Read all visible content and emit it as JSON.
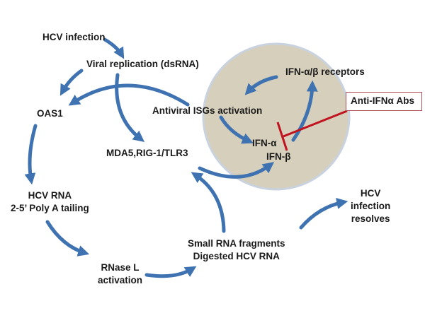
{
  "diagram": {
    "title": "HCV infection and interferon antiviral pathway",
    "nodes": {
      "hcv_infection": "HCV infection",
      "viral_replication": "Viral replication (dsRNA)",
      "ifn_receptors": "IFN-α/β receptors",
      "oas1": "OAS1",
      "antiviral_isgs": "Antiviral ISGs activation",
      "anti_ifna_abs": "Anti-IFNα Abs",
      "ifn_alpha": "IFN-α",
      "ifn_beta": "IFN-β",
      "mda5": "MDA5,RIG-1/TLR3",
      "hcv_rna": "HCV RNA\n2-5’ Poly A tailing",
      "hcv_resolves": "HCV\ninfection\nresolves",
      "small_rna": "Small RNA fragments\nDigested HCV RNA",
      "rnase_l": "RNase L\nactivation"
    },
    "edges": [
      {
        "from": "hcv_infection",
        "to": "viral_replication",
        "type": "activation"
      },
      {
        "from": "viral_replication",
        "to": "oas1",
        "type": "activation"
      },
      {
        "from": "viral_replication",
        "to": "mda5",
        "type": "activation"
      },
      {
        "from": "antiviral_isgs",
        "to": "oas1",
        "type": "activation"
      },
      {
        "from": "antiviral_isgs",
        "to": "ifn_alpha",
        "type": "activation"
      },
      {
        "from": "ifn_receptors",
        "to": "antiviral_isgs",
        "type": "activation"
      },
      {
        "from": "ifn_alpha",
        "to": "ifn_receptors",
        "type": "activation"
      },
      {
        "from": "mda5",
        "to": "ifn_beta",
        "type": "activation"
      },
      {
        "from": "oas1",
        "to": "hcv_rna",
        "type": "activation"
      },
      {
        "from": "hcv_rna",
        "to": "rnase_l",
        "type": "activation"
      },
      {
        "from": "rnase_l",
        "to": "small_rna",
        "type": "activation"
      },
      {
        "from": "small_rna",
        "to": "mda5",
        "type": "activation"
      },
      {
        "from": "small_rna",
        "to": "hcv_resolves",
        "type": "activation"
      },
      {
        "from": "anti_ifna_abs",
        "to": "ifn_alpha",
        "type": "inhibition"
      }
    ],
    "colors": {
      "arrow": "#3f72b0",
      "circle_fill": "#d6cfbb",
      "circle_stroke": "#c9d3e0",
      "inhibition": "#c0121f",
      "box_border": "#b0505a",
      "text": "#1a1a1a"
    }
  }
}
